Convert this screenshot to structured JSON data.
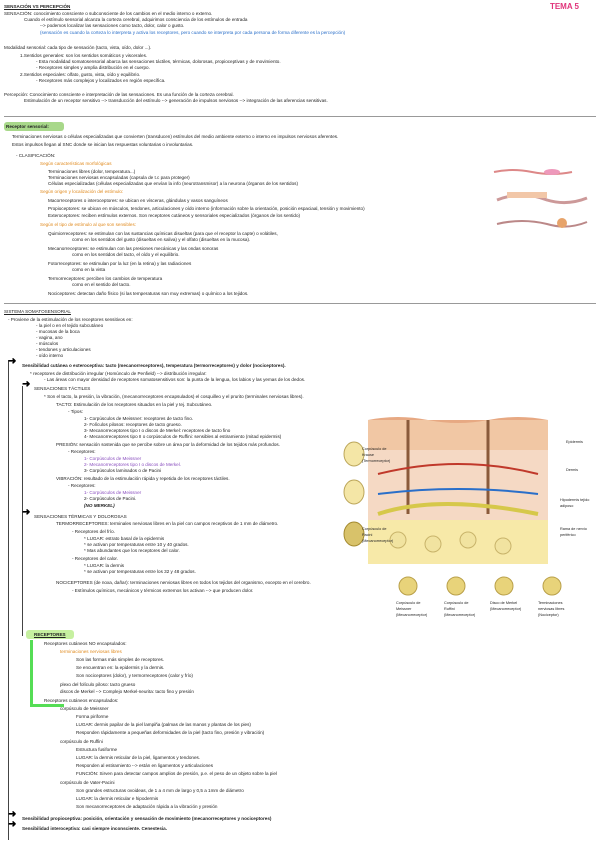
{
  "header": {
    "title": "SENSACIÓN VS PERCEPCIÓN",
    "tema": "TEMA 5"
  },
  "lines": [
    "SENSACIÓN: conocimiento consciente o subconsciente de los cambios en el medio interno o externo.",
    "Cuando el estímulo sensorial alcanza la corteza cerebral, adquirimos consciencia de los estímulos de entrada",
    "--> podemos localizar las sensaciones como tacto, dolor, calor o gusto.",
    "(sensación es cuando la corteza lo interpreta y activa los receptores, pero cuando se interpreta por cada persona de forma diferente es la percepción)",
    "Modalidad sensorial: cada tipo de sensación (tacto, vista, oído, dolor ...).",
    "1.Sentidos generales: son los sentidos somáticos y viscerales.",
    "- Esta modalidad somatosensorial abarca las sensaciones táctiles, térmicas, dolorosas, propioceptivas y de movimiento.",
    "- Receptores simples y amplia distribución en el cuerpo.",
    "2.Sentidos especiales: olfato, gusto, vista, oído y equilibrio.",
    "- Receptores más complejos y localizados en región específica.",
    "Percepción: Conocimiento consciente e interpretación de las sensaciones. Es una función de la corteza cerebral.",
    "Estimulación de un receptor sensitivo --> transducción del estímulo --> generación de impulsos nerviosos --> integración de las aferencias sensitivas."
  ],
  "receptor_sensorial": {
    "title": "Receptor sensorial:",
    "items": [
      "Terminaciones nerviosas o células especializadas que convierten (transducen) estímulos del medio ambiente externo o interno en impulsos nerviosos aferentes.",
      "Estos impulsos llegan al SNC donde se inician las respuestas voluntarias o involuntarias.",
      "- CLASIFICACIÓN:",
      "Según características morfológicas",
      "Terminaciones libres (dolor, temperatura...)",
      "Terminaciones nerviosas encapsuladas (capsula de t.c para proteger)",
      "Células especializadas (células especializadas que envían la info (neurotransmisor) a la neurona (órganos de los sentidos)",
      "Según origen y localización del estímulo:",
      "Macorreceptores o interoceptores: se ubican en vísceras, glándulas y vasos sanguíneos",
      "Propioceptores: se ubican en músculos, tendones, articulaciones y oído interno (información sobre la orientación, posición espaciaal, tensión y movimiento)",
      "Exteroceptores: reciben estímulos externos. Son receptores cutáneos y sensoriales especializados (órganos de los sentido)",
      "Según el tipo de estímulo al que son sensibles:",
      "Quimiorreceptores: se estimulan con las sustancias químicas disueltas (para que el receptor la capte) o volátiles,",
      "como en los sentidos del gusto (disueltas en saliva) y el olfato (disueltas en la mucosa).",
      "Mecanorreceptores: se estimulan con las presiones mecánicas y las ondas sonoras",
      "como en los sentidos del tacto, el oído y el equilibrio.",
      "Fotorreceptores: se estimulan por la luz (en la retina) y las radiaciones",
      "como en la vista",
      "Termorreceptores: perciben los cambios de temperatura",
      "como en el sentido del tacto.",
      "Nociceptores: detectan daño físico (si las temperaturas son muy extremas) o químico a los tejidos."
    ]
  },
  "somatosensorial": {
    "title": "SISTEMA SOMATOSENSORIAL",
    "lines": [
      "- Proviene de la estimulación de los receptores sensitivos en:",
      "- la piel o en el tejido subcutáneo",
      "- mucosas de la boca",
      "- vagina, ano",
      "- músculos",
      "- tendones y articulaciones",
      "- oído interno",
      "Sensibilidad cutánea o exteroceptiva: tacto (mecanorreceptores), temperatura (termorreceptores) y dolor (nociceptores).",
      "* receptores de distribución irregular (Homúnculo de Penfield) --> distribución irregular:",
      "- Las áreas con mayor densidad de receptores somatosensitivos son: la punta de la lengua, los labios y las yemas de los dedos.",
      "SENSACIONES TÁCTILES",
      "* Son el tacto, la presión, la vibración, (mecanorreceptores encapsulados) el cosquilleo y el prurito (terminales nerviosas libres).",
      "TACTO: Estimulación de los receptores situados en la piel y tej. Subcutáneo.",
      "- Tipos:",
      "1- Corpúsculos de Meissner: receptores de tacto fino.",
      "2- Folículos pilosos: receptores de tacto grueso.",
      "3- Mecanorreceptores tipo I o discos de Merkel: receptores de tacto fino",
      "4- Mecanorreceptores tipo II o corpúsculos de Ruffini: sensibles al estiramiento (mitad epidermis)",
      "PRESIÓN: sensación sostenida que se percibe sobre un área por la deformidad de los tejidos más profundos.",
      "- Receptores:",
      "1- Corpúsculos de Meissner",
      "2- Mecanorreceptores tipo I o discos de Merkel.",
      "3- Corpúsculos laminados o de Pacini",
      "VIBRACIÓN: resultado de la estimulación rápida y repetida de los receptores táctiles.",
      "- Receptores:",
      "1- Corpúsculos de Meissner",
      "2- Corpúsculos de Pacini.",
      "(NO MERKEL)",
      "SENSACIONES TÉRMICAS Y DOLOROSAS",
      "TERMORRECEPTORES: terminales nerviosas libres en la piel con campos receptivos de 1 mm de diámetro.",
      "- Receptores del frío.",
      "* LUGAR: estrato basal de la epidermis",
      "* se activan por temperaturas entre 10 y 40 grados.",
      "* Mas abundantes que los receptores del calor.",
      "- Receptores del calor.",
      "* LUGAR: la dermis",
      "* se activan por temperaturas entre los 32 y 48 grados.",
      "NOCICEPTORES (de noxa, dañar): terminaciones nerviosas libres en todos los tejidos del organismo, excepto en el cerebro.",
      "- Estímulos químicos, mecánicos y térmicos extremos los activan --> que producen dolor."
    ]
  },
  "receptores": {
    "title": "RECEPTORES",
    "lines": [
      "Receptores cutáneos NO encapsulados:",
      "terminaciones nerviosas libres",
      "Son las formas más simples de receptores.",
      "Se encuentran en: la epidermis y la dermis.",
      "Son nociceptores (dolor), y termorreceptores (calor y frío)",
      "plexo del folículo piloso: tacto grueso",
      "discos de Merkel --> Complejo Merkel-neurita: tacto fino y presión",
      "Receptores cutáneos encapsulados:",
      "corpúsculo de Meissner",
      "Forma piriforme",
      "LUGAR: dermis papilar de la piel lampiña (palmas de las manos y plantas de los pies)",
      "Responden rápidamente a pequeñas deformidades de la piel (tacto fino, presión y vibración)",
      "corpúsculo de Ruffini",
      "Estructura fusiforme",
      "LUGAR: la dermis reticular de la piel, ligamentos y tendones.",
      "Responden al estiramiento --> están en ligamentos y articulaciones",
      "FUNCIÓN: Sirven para detectar campos amplios de presión, p.e. el peso de un objeto sobre la piel",
      "corpúsculo de Vater-Pacini",
      "Son grandes estructuras ovoideas, de 1 a 4 mm de largo y 0,5 a 1mm de diámetro",
      "LUGAR: la dermis reticular e hipodermis",
      "Son mecanorreceptores de adaptación rápida a la vibración y presión",
      "Sensibilidad propioceptiva: posición, orientación y sensación de movimiento (mecanorreceptores y nociceptores)",
      "Sensibilidad interoceptiva: casi siempre inconsciente. Cenestesia."
    ]
  },
  "figure": {
    "labels": [
      "Epidermis",
      "Dermis",
      "Hipodermis tejido adiposo",
      "Rama de nervio periférico",
      "Corpúsculo de Krause (Termorreceptor)",
      "Corpúsculo de Pacini (Mecanorreceptor)",
      "Corpúsculo de Meissner (Mecanorreceptor)",
      "Corpúsculo de Ruffini (Mecanorreceptor)",
      "Disco de Merkel (Mecanorreceptor)",
      "Terminaciones nerviosas libres (Nociceptor)"
    ]
  }
}
